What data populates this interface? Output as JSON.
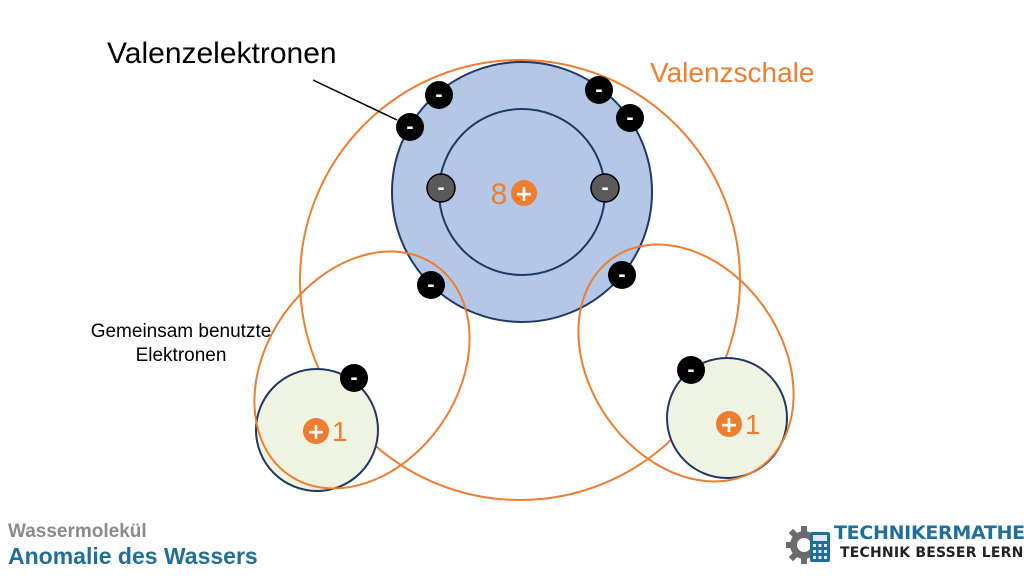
{
  "labels": {
    "valence_electrons": "Valenzelektronen",
    "valence_shell": "Valenzschale",
    "shared_line1": "Gemeinsam benutzte",
    "shared_line2": "Elektronen"
  },
  "oxygen": {
    "nucleus_number": "8",
    "plus_sign": "+"
  },
  "hydrogen_left": {
    "plus_sign": "+",
    "number": "1"
  },
  "hydrogen_right": {
    "plus_sign": "+",
    "number": "1"
  },
  "electron_sign": "-",
  "footer": {
    "subtitle": "Wassermolekül",
    "title": "Anomalie des Wassers"
  },
  "brand": {
    "name": "TECHNIKERMATHE.DE",
    "slogan": "TECHNIK BESSER LERNEN"
  },
  "colors": {
    "orange": "#ed7d31",
    "oxygen_fill": "#b4c7e7",
    "oxygen_stroke": "#1f3864",
    "hydrogen_fill": "#eef3e2",
    "electron": "#000000",
    "inner_electron": "#595959",
    "brand_blue": "#1f6f9a"
  }
}
